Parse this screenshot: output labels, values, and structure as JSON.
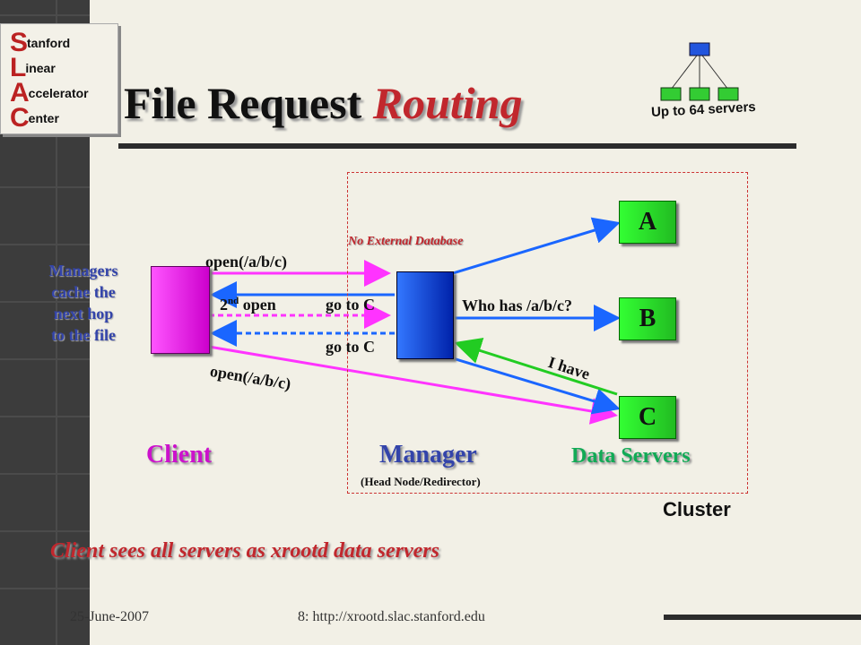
{
  "logo": {
    "lines": [
      {
        "initial": "S",
        "rest": "tanford"
      },
      {
        "initial": "L",
        "rest": "inear"
      },
      {
        "initial": "A",
        "rest": "ccelerator"
      },
      {
        "initial": "C",
        "rest": "enter"
      }
    ]
  },
  "title": {
    "main": "File Request ",
    "highlight": "Routing"
  },
  "badge": {
    "text": "Up to 64 servers"
  },
  "note": {
    "text": "No External Database"
  },
  "side_note": {
    "lines": [
      "Managers",
      "cache the",
      "next hop",
      "to the file"
    ]
  },
  "arrows": {
    "open1": "open(/a/b/c)",
    "second_open": "2",
    "second_open_sup": "nd",
    "second_open_rest": " open",
    "go_to_c_1": "go to C",
    "go_to_c_2": "go to C",
    "open2": "open(/a/b/c)",
    "who_has": "Who has /a/b/c?",
    "i_have": "I have"
  },
  "servers": [
    "A",
    "B",
    "C"
  ],
  "labels": {
    "client": "Client",
    "manager": "Manager",
    "manager_sub": "(Head Node/Redirector)",
    "data_servers": "Data Servers",
    "cluster": "Cluster"
  },
  "caption": "Client sees all servers as xrootd data servers",
  "footer": {
    "date": "25-June-2007",
    "page": "8: http://xrootd.slac.stanford.edu"
  },
  "colors": {
    "accent_red": "#c1272d",
    "magenta": "#ff33ff",
    "blue": "#1a66ff",
    "green": "#22cc22",
    "label_blue": "#3344aa",
    "label_green": "#11aa55",
    "label_magenta": "#cc11cc"
  }
}
